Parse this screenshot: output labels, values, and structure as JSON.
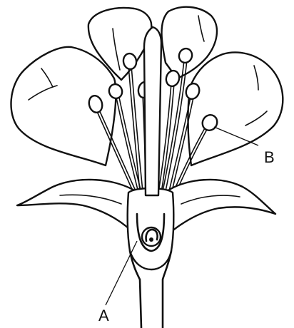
{
  "diagram": {
    "labels": [
      {
        "id": "A",
        "text": "A"
      },
      {
        "id": "B",
        "text": "B"
      }
    ]
  }
}
